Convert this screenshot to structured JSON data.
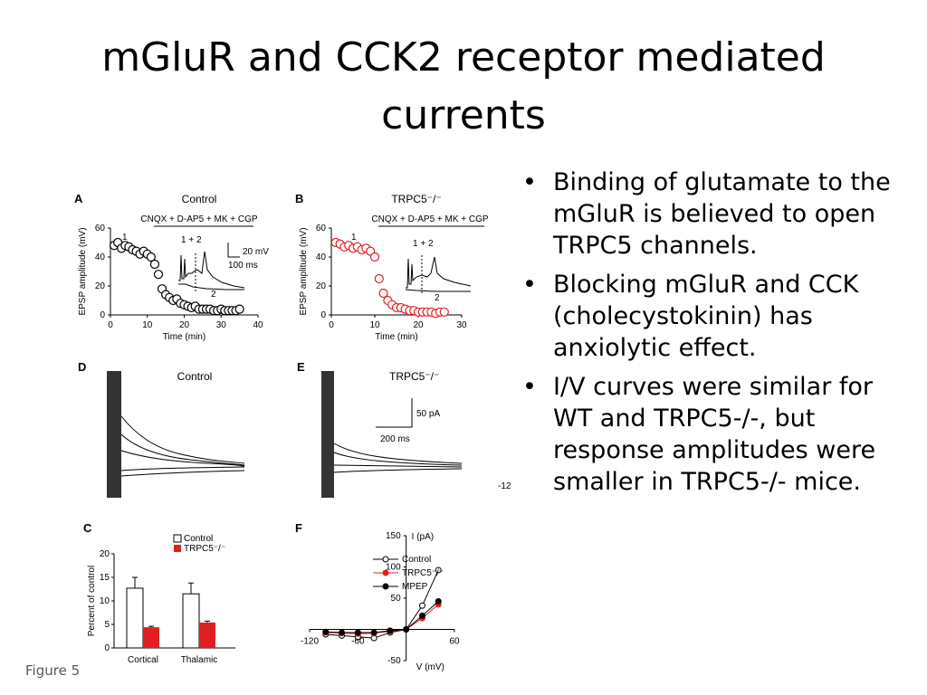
{
  "slide": {
    "title": "mGluR and CCK2 receptor mediated currents",
    "caption": "Figure 5",
    "bullets": [
      "Binding of glutamate to the mGluR is believed to open TRPC5 channels.",
      "Blocking mGluR and CCK (cholecystokinin) has anxiolytic effect.",
      "I/V curves were similar for WT and TRPC5-/-, but response amplitudes were smaller in TRPC5-/- mice."
    ]
  },
  "figure": {
    "panel_labels": [
      "A",
      "B",
      "C",
      "D",
      "E",
      "F"
    ],
    "drug_bar_label": "CNQX + D-AP5 + MK + CGP",
    "inset_label_top": "1 + 2",
    "inset_label_bottom": "2",
    "point_label_1": "1",
    "scale_a_v": "20 mV",
    "scale_a_t": "100 ms",
    "scale_e_i": "50 pA",
    "scale_e_t": "200 ms",
    "cut_text": "-12",
    "colors": {
      "control": "#000000",
      "trpc5": "#e02020",
      "mpep": "#000000"
    }
  },
  "chart_data": [
    {
      "type": "scatter",
      "title": "Control",
      "xlabel": "Time (min)",
      "ylabel": "EPSP amplitude (mV)",
      "xlim": [
        0,
        40
      ],
      "ylim": [
        0,
        60
      ],
      "xticks": [
        0,
        10,
        20,
        30,
        40
      ],
      "yticks": [
        0,
        20,
        40,
        60
      ],
      "series": [
        {
          "color": "#000000",
          "marker": "open-circle",
          "x": [
            1,
            2,
            3,
            4,
            5,
            6,
            7,
            8,
            9,
            10,
            11,
            12,
            13,
            14,
            15,
            16,
            17,
            18,
            19,
            20,
            21,
            22,
            23,
            24,
            25,
            26,
            27,
            28,
            29,
            30,
            31,
            32,
            33,
            34,
            35
          ],
          "y": [
            48,
            50,
            46,
            48,
            47,
            45,
            44,
            42,
            44,
            42,
            40,
            35,
            28,
            18,
            14,
            12,
            10,
            11,
            8,
            7,
            6,
            5,
            6,
            4,
            4,
            4,
            4,
            3,
            3,
            4,
            3,
            3,
            3,
            3,
            4
          ]
        }
      ]
    },
    {
      "type": "scatter",
      "title": "TRPC5⁻/⁻",
      "xlabel": "Time (min)",
      "ylabel": "EPSP amplitude (mV)",
      "xlim": [
        0,
        30
      ],
      "ylim": [
        0,
        60
      ],
      "xticks": [
        0,
        10,
        20,
        30
      ],
      "yticks": [
        0,
        20,
        40,
        60
      ],
      "series": [
        {
          "color": "#e02020",
          "marker": "open-circle",
          "x": [
            1,
            2,
            3,
            4,
            5,
            6,
            7,
            8,
            9,
            10,
            11,
            12,
            13,
            14,
            15,
            16,
            17,
            18,
            19,
            20,
            21,
            22,
            23,
            24,
            25,
            26
          ],
          "y": [
            50,
            49,
            47,
            48,
            46,
            47,
            45,
            46,
            44,
            40,
            25,
            15,
            10,
            7,
            5,
            5,
            4,
            3,
            3,
            2,
            2,
            2,
            2,
            1,
            2,
            2
          ]
        }
      ]
    },
    {
      "type": "bar",
      "ylabel": "Percent of control",
      "ylim": [
        0,
        20
      ],
      "yticks": [
        0,
        5,
        10,
        15,
        20
      ],
      "categories": [
        "Cortical",
        "Thalamic"
      ],
      "series": [
        {
          "name": "Control",
          "values": [
            12.7,
            11.5
          ],
          "errors": [
            2.3,
            2.3
          ],
          "color": "#ffffff"
        },
        {
          "name": "TRPC5⁻/⁻",
          "values": [
            4.4,
            5.4
          ],
          "errors": [
            0.2,
            0.3
          ],
          "color": "#e02020"
        }
      ]
    },
    {
      "type": "line",
      "xlabel": "V (mV)",
      "ylabel": "I (pA)",
      "xlim": [
        -120,
        60
      ],
      "ylim": [
        -50,
        150
      ],
      "xticks": [
        -120,
        -60,
        60
      ],
      "yticks": [
        -50,
        50,
        100,
        150
      ],
      "x": [
        -100,
        -80,
        -60,
        -40,
        -20,
        0,
        20,
        40
      ],
      "series": [
        {
          "name": "Control",
          "color": "#000000",
          "marker": "open",
          "y": [
            -8,
            -10,
            -12,
            -14,
            -5,
            0,
            38,
            95
          ]
        },
        {
          "name": "TRPC5⁻/⁻",
          "color": "#e02020",
          "marker": "filled",
          "y": [
            -5,
            -6,
            -7,
            -6,
            -3,
            0,
            18,
            40
          ]
        },
        {
          "name": "MPEP",
          "color": "#000000",
          "marker": "filled",
          "y": [
            -4,
            -5,
            -5,
            -5,
            -2,
            0,
            22,
            45
          ]
        }
      ]
    }
  ]
}
